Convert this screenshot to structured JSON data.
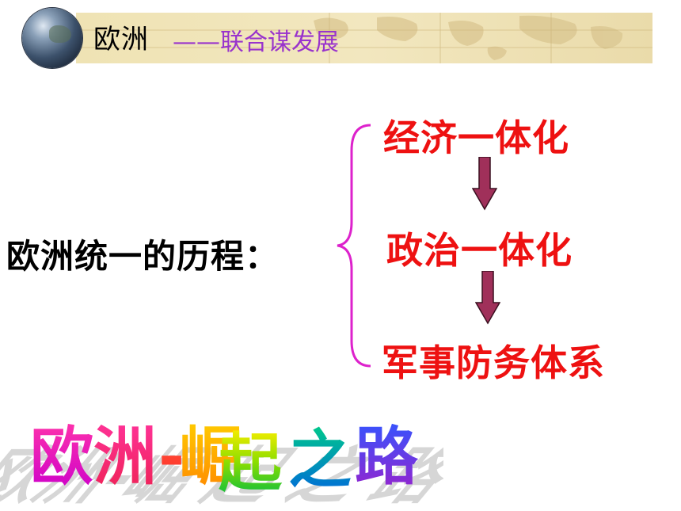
{
  "header": {
    "title": "欧洲",
    "subtitle": "——联合谋发展"
  },
  "main": {
    "label": "欧洲统一的历程：",
    "steps": [
      "经济一体化",
      "政治一体化",
      "军事防务体系"
    ]
  },
  "art_title": {
    "chars": [
      "欧",
      "洲",
      "-",
      "崛",
      "起",
      "之",
      "路"
    ]
  },
  "colors": {
    "subtitle": "#9933cc",
    "steps": "#ee1111",
    "brace": "#dd22cc",
    "arrow_fill": "#a0305a"
  }
}
